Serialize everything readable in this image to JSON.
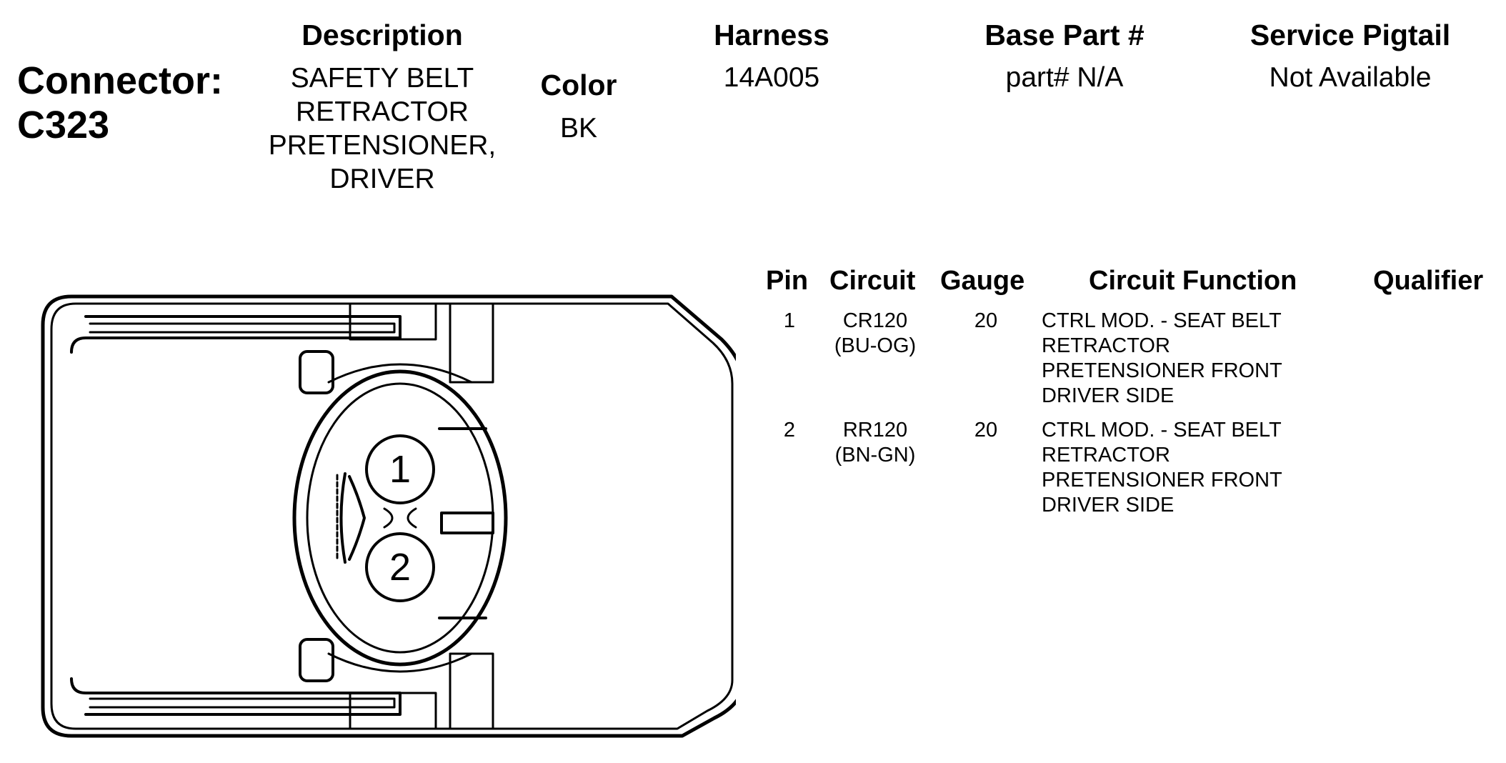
{
  "connector": {
    "label": "Connector:",
    "id": "C323"
  },
  "header": {
    "description": {
      "label": "Description",
      "lines": [
        "SAFETY BELT",
        "RETRACTOR",
        "PRETENSIONER,",
        "DRIVER"
      ]
    },
    "color": {
      "label": "Color",
      "value": "BK"
    },
    "harness": {
      "label": "Harness",
      "value": "14A005"
    },
    "base_part": {
      "label": "Base Part #",
      "value": "part# N/A"
    },
    "service_pigtail": {
      "label": "Service Pigtail",
      "value": "Not Available"
    }
  },
  "pin_table": {
    "columns": [
      "Pin",
      "Circuit",
      "Gauge",
      "Circuit Function",
      "Qualifier"
    ],
    "rows": [
      {
        "pin": "1",
        "circuit": "CR120",
        "wire_color": "(BU-OG)",
        "gauge": "20",
        "function": [
          "CTRL MOD. - SEAT BELT",
          "RETRACTOR",
          "PRETENSIONER FRONT",
          "DRIVER SIDE"
        ],
        "qualifier": ""
      },
      {
        "pin": "2",
        "circuit": "RR120",
        "wire_color": "(BN-GN)",
        "gauge": "20",
        "function": [
          "CTRL MOD. - SEAT BELT",
          "RETRACTOR",
          "PRETENSIONER FRONT",
          "DRIVER SIDE"
        ],
        "qualifier": ""
      }
    ]
  },
  "diagram": {
    "pin_labels": [
      "1",
      "2"
    ]
  }
}
